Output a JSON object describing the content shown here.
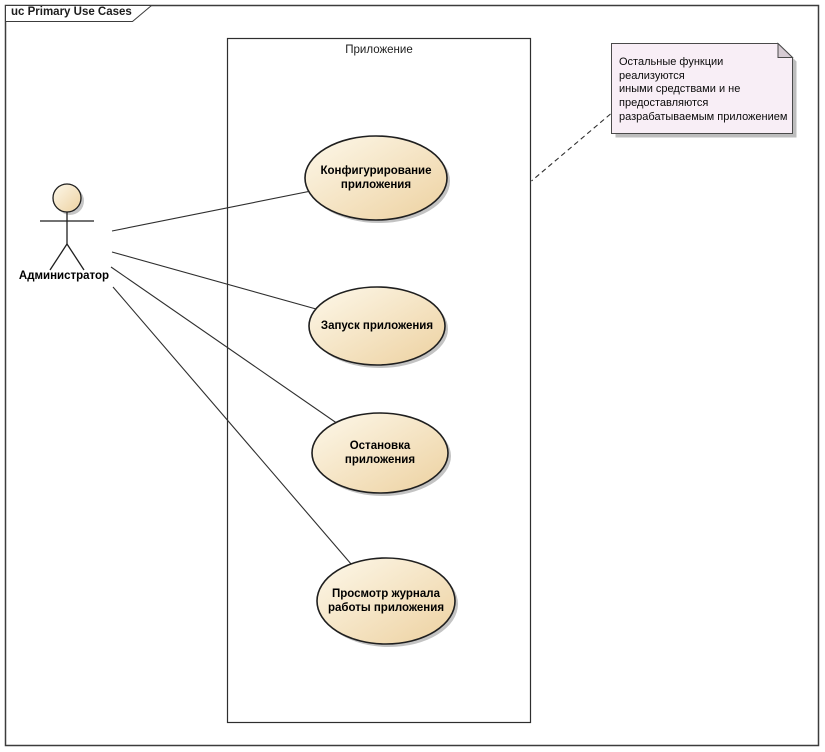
{
  "frame": {
    "label": "uc Primary Use Cases"
  },
  "system_boundary": {
    "title": "Приложение"
  },
  "actor": {
    "name": "Администратор"
  },
  "use_cases": [
    {
      "label": "Конфигурирование приложения"
    },
    {
      "label": "Запуск приложения"
    },
    {
      "label": "Остановка приложения"
    },
    {
      "label": "Просмотр журнала работы приложения"
    }
  ],
  "note": {
    "lines": [
      "Остальные функции реализуются",
      "иными средствами и не",
      "предоставляются",
      "разрабатываемым приложением"
    ]
  },
  "colors": {
    "use_case_fill_light": "#FDF8EA",
    "use_case_fill_dark": "#EDD1A0",
    "use_case_border": "#1F1F1F",
    "note_fill": "#F8EEF6",
    "note_fold": "#D6CBD3",
    "shadow": "#C3C3C3",
    "line": "#2E2E2E",
    "frame_border": "#3C3C3C"
  }
}
